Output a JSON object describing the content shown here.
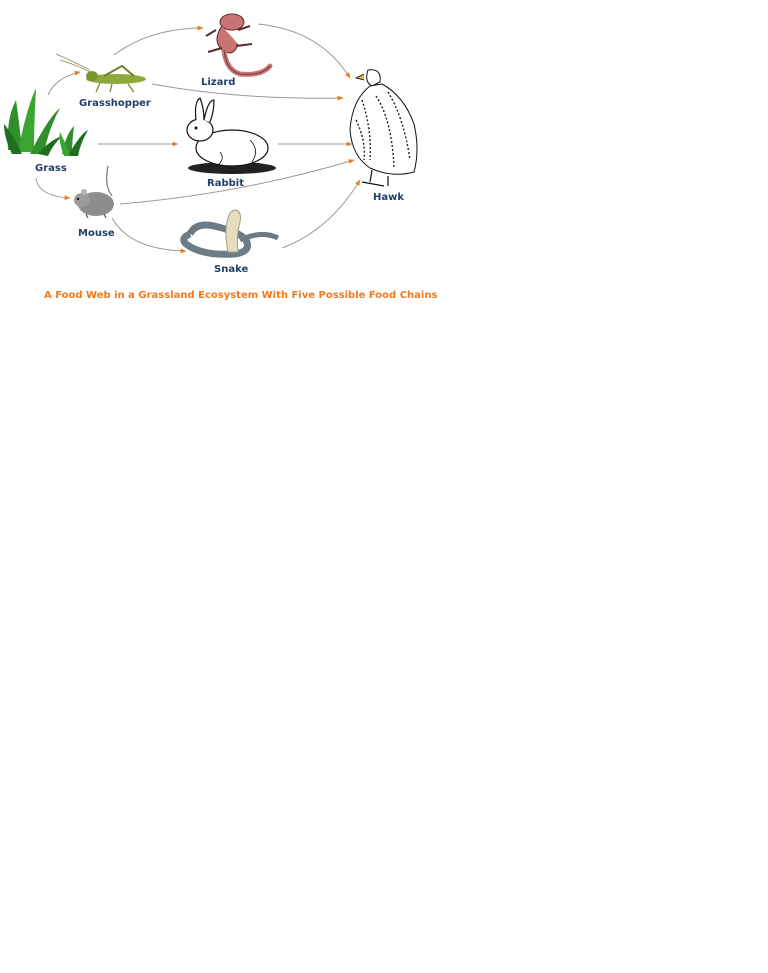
{
  "organisms": {
    "grass": "Grass",
    "grasshopper": "Grasshopper",
    "lizard": "Lizard",
    "rabbit": "Rabbit",
    "mouse": "Mouse",
    "snake": "Snake",
    "hawk": "Hawk"
  },
  "caption": "A Food Web in a Grassland Ecosystem With Five Possible Food Chains",
  "colors": {
    "label": "#1f3f68",
    "caption": "#f07a1e",
    "arrow_line": "#9a9a9a",
    "arrow_head": "#f07a1e"
  },
  "food_links": [
    {
      "from": "Grass",
      "to": "Grasshopper"
    },
    {
      "from": "Grass",
      "to": "Rabbit"
    },
    {
      "from": "Grass",
      "to": "Mouse"
    },
    {
      "from": "Grasshopper",
      "to": "Lizard"
    },
    {
      "from": "Grasshopper",
      "to": "Hawk"
    },
    {
      "from": "Lizard",
      "to": "Hawk"
    },
    {
      "from": "Rabbit",
      "to": "Hawk"
    },
    {
      "from": "Mouse",
      "to": "Hawk"
    },
    {
      "from": "Mouse",
      "to": "Snake"
    },
    {
      "from": "Snake",
      "to": "Hawk"
    }
  ]
}
